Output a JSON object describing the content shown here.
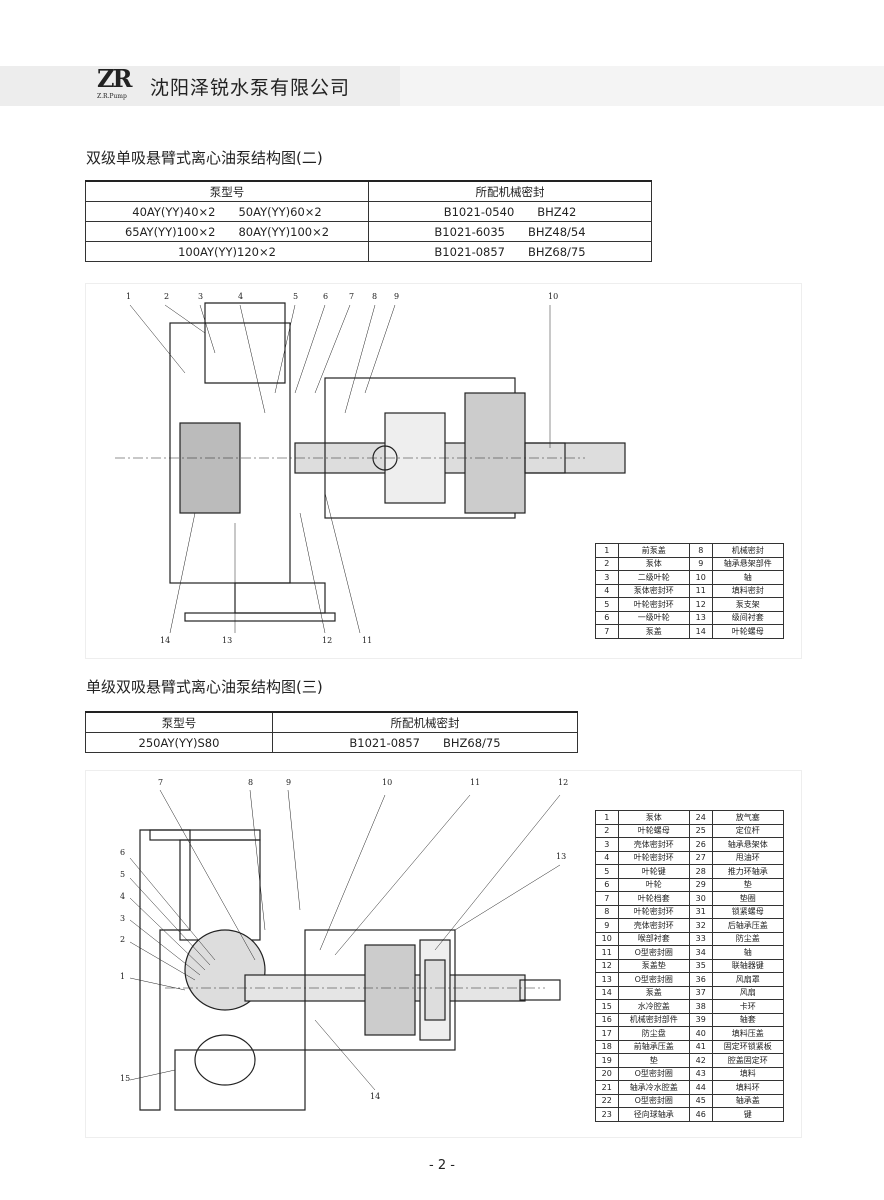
{
  "header": {
    "logo_mark": "ZR",
    "logo_sub": "Z.R.Pump",
    "company": "沈阳泽锐水泵有限公司"
  },
  "section1": {
    "title": "双级单吸悬臂式离心油泵结构图(二)",
    "table": {
      "headers": [
        "泵型号",
        "所配机械密封"
      ],
      "rows": [
        [
          "40AY(YY)40×2　　50AY(YY)60×2",
          "B1021-0540　　BHZ42"
        ],
        [
          "65AY(YY)100×2　　80AY(YY)100×2",
          "B1021-6035　　BHZ48/54"
        ],
        [
          "100AY(YY)120×2",
          "B1021-0857　　BHZ68/75"
        ]
      ]
    },
    "callouts": [
      "1",
      "2",
      "3",
      "4",
      "5",
      "6",
      "7",
      "8",
      "9",
      "10",
      "11",
      "12",
      "13",
      "14"
    ],
    "parts": [
      [
        "1",
        "前泵盖",
        "8",
        "机械密封"
      ],
      [
        "2",
        "泵体",
        "9",
        "轴承悬架部件"
      ],
      [
        "3",
        "二级叶轮",
        "10",
        "轴"
      ],
      [
        "4",
        "泵体密封环",
        "11",
        "填料密封"
      ],
      [
        "5",
        "叶轮密封环",
        "12",
        "泵支架"
      ],
      [
        "6",
        "一级叶轮",
        "13",
        "级间衬套"
      ],
      [
        "7",
        "泵盖",
        "14",
        "叶轮螺母"
      ]
    ]
  },
  "section2": {
    "title": "单级双吸悬臂式离心油泵结构图(三)",
    "table": {
      "headers": [
        "泵型号",
        "所配机械密封"
      ],
      "rows": [
        [
          "250AY(YY)S80",
          "B1021-0857　　BHZ68/75"
        ]
      ]
    },
    "callouts": [
      "1",
      "2",
      "3",
      "4",
      "5",
      "6",
      "7",
      "8",
      "9",
      "10",
      "11",
      "12",
      "13",
      "14",
      "15"
    ],
    "parts": [
      [
        "1",
        "泵体",
        "24",
        "放气塞"
      ],
      [
        "2",
        "叶轮螺母",
        "25",
        "定位杆"
      ],
      [
        "3",
        "壳体密封环",
        "26",
        "轴承悬架体"
      ],
      [
        "4",
        "叶轮密封环",
        "27",
        "甩油环"
      ],
      [
        "5",
        "叶轮键",
        "28",
        "推力环轴承"
      ],
      [
        "6",
        "叶轮",
        "29",
        "垫"
      ],
      [
        "7",
        "叶轮档套",
        "30",
        "垫圈"
      ],
      [
        "8",
        "叶轮密封环",
        "31",
        "锁紧螺母"
      ],
      [
        "9",
        "壳体密封环",
        "32",
        "后轴承压盖"
      ],
      [
        "10",
        "喉部衬套",
        "33",
        "防尘盖"
      ],
      [
        "11",
        "O型密封圈",
        "34",
        "轴"
      ],
      [
        "12",
        "泵盖垫",
        "35",
        "联轴器键"
      ],
      [
        "13",
        "O型密封圈",
        "36",
        "风扇罩"
      ],
      [
        "14",
        "泵盖",
        "37",
        "风扇"
      ],
      [
        "15",
        "水冷腔盖",
        "38",
        "卡环"
      ],
      [
        "16",
        "机械密封部件",
        "39",
        "轴套"
      ],
      [
        "17",
        "防尘盘",
        "40",
        "填料压盖"
      ],
      [
        "18",
        "前轴承压盖",
        "41",
        "固定环锁紧板"
      ],
      [
        "19",
        "垫",
        "42",
        "腔盖固定环"
      ],
      [
        "20",
        "O型密封圈",
        "43",
        "填料"
      ],
      [
        "21",
        "轴承冷水腔盖",
        "44",
        "填料环"
      ],
      [
        "22",
        "O型密封圈",
        "45",
        "轴承盖"
      ],
      [
        "23",
        "径向球轴承",
        "46",
        "键"
      ]
    ]
  },
  "footer": {
    "page": "- 2 -"
  }
}
